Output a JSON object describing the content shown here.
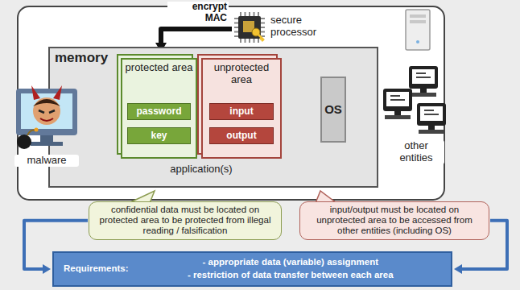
{
  "diagram": {
    "nodes": [
      {
        "text": [
          "memory"
        ]
      },
      {
        "text": [
          "protected area"
        ],
        "in": 0
      },
      {
        "text": [
          "password"
        ],
        "in": 1
      },
      {
        "text": [
          "key"
        ],
        "in": 1
      },
      {
        "text": [
          "unprotected area"
        ],
        "in": 0
      },
      {
        "text": [
          "input"
        ],
        "in": 4
      },
      {
        "text": [
          "output"
        ],
        "in": 4
      },
      {
        "text": [
          "OS"
        ],
        "in": 0
      },
      {
        "text": [
          "secure processor"
        ]
      },
      {
        "text": [
          "malware"
        ]
      },
      {
        "text": [
          "other entities"
        ]
      },
      {
        "text": [
          "confidential data must be located on protected area to be protected from illegal reading / falsification"
        ]
      },
      {
        "text": [
          "input/output must be located on unprotected area to be accessed from other entities (including OS)"
        ]
      },
      {
        "text": [
          "Requirements:",
          "- appropriate data (variable) assignment",
          "- restriction of data transfer between each area"
        ]
      }
    ],
    "edges": [
      {
        "from": 8,
        "to": 1,
        "label": "encrypt MAC",
        "arrow": "to"
      },
      {
        "from": 9,
        "to": 1,
        "arrow": "to"
      },
      {
        "from": 4,
        "to": 7,
        "arrow": "both"
      },
      {
        "from": 7,
        "to": 10,
        "arrow": "both"
      },
      {
        "from": 11,
        "to": 13,
        "arrow": "to"
      },
      {
        "from": 12,
        "to": 13,
        "arrow": "to"
      }
    ],
    "labels": [
      "application(s)"
    ]
  }
}
